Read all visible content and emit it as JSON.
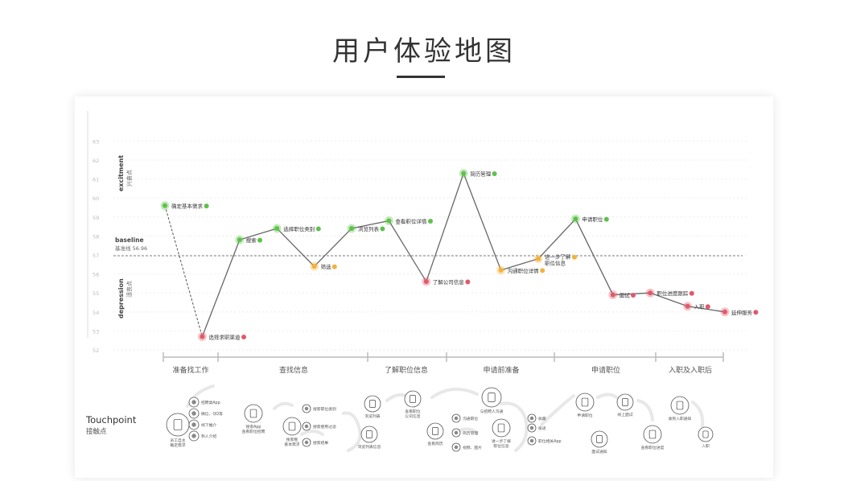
{
  "page": {
    "title": "用户体验地图"
  },
  "chart_data": {
    "type": "line",
    "ylabel_top": "excitment",
    "ylabel_top_cn": "兴奋点",
    "ylabel_bottom": "depression",
    "ylabel_bottom_cn": "沮丧点",
    "baseline_label": "baseline",
    "baseline_label_cn": "基准线 56.96",
    "baseline_value": 56.96,
    "y_ticks": [
      "63",
      "62",
      "61",
      "60",
      "59",
      "58",
      "57",
      "56",
      "55",
      "54",
      "53",
      "52"
    ],
    "ylim": [
      52,
      63
    ],
    "points": [
      {
        "label": "确定基本需求",
        "x": 1,
        "y": 59.6,
        "mood": "positive"
      },
      {
        "label": "选择求职渠道",
        "x": 2,
        "y": 52.7,
        "mood": "negative"
      },
      {
        "label": "搜索",
        "x": 3,
        "y": 57.8,
        "mood": "positive"
      },
      {
        "label": "选择职位类别",
        "x": 4,
        "y": 58.4,
        "mood": "positive"
      },
      {
        "label": "筛选",
        "x": 5,
        "y": 56.4,
        "mood": "neutral"
      },
      {
        "label": "浏览列表",
        "x": 6,
        "y": 58.4,
        "mood": "positive"
      },
      {
        "label": "查看职位详情",
        "x": 7,
        "y": 58.8,
        "mood": "positive"
      },
      {
        "label": "了解公司信息",
        "x": 8,
        "y": 55.6,
        "mood": "negative"
      },
      {
        "label": "简历管理",
        "x": 9,
        "y": 61.3,
        "mood": "positive"
      },
      {
        "label": "沟通职位详情",
        "x": 10,
        "y": 56.2,
        "mood": "neutral"
      },
      {
        "label": "进一步了解",
        "label2": "职位信息",
        "x": 11,
        "y": 56.8,
        "mood": "neutral"
      },
      {
        "label": "申请职位",
        "x": 12,
        "y": 58.9,
        "mood": "positive"
      },
      {
        "label": "面试",
        "x": 13,
        "y": 54.9,
        "mood": "negative"
      },
      {
        "label": "职位进度跟踪",
        "x": 14,
        "y": 55.0,
        "mood": "negative"
      },
      {
        "label": "入职",
        "x": 15,
        "y": 54.3,
        "mood": "negative"
      },
      {
        "label": "延伸服务",
        "x": 16,
        "y": 54.0,
        "mood": "negative"
      }
    ],
    "stages": [
      "准备找工作",
      "查找信息",
      "了解职位信息",
      "申请前准备",
      "申请职位",
      "入职及入职后"
    ],
    "colors": {
      "positive": "#5ec24a",
      "negative": "#e05a6a",
      "neutral": "#f2b23c",
      "line": "#666666",
      "baseline": "#8a7f8c"
    }
  },
  "touchpoint": {
    "title": "Touchpoint",
    "title_cn": "接触点",
    "items": [
      {
        "label": "员工自主",
        "label2": "确定需求",
        "icon": "person-icon"
      },
      {
        "label": "招聘类App",
        "icon": "phone-icon"
      },
      {
        "label": "微信、QQ等",
        "icon": "chat-icon"
      },
      {
        "label": "线下推介",
        "icon": "people-icon"
      },
      {
        "label": "熟人介绍",
        "icon": "people-icon"
      },
      {
        "label": "搜索App",
        "label2": "查看职位招聘",
        "icon": "phone-icon"
      },
      {
        "label": "搜索框",
        "label2": "基本需求",
        "icon": "search-icon"
      },
      {
        "label": "搜索职位类别",
        "icon": "list-icon"
      },
      {
        "label": "搜索使用过滤",
        "icon": "filter-icon"
      },
      {
        "label": "搜索结果",
        "icon": "list-icon"
      },
      {
        "label": "浏览列表信息",
        "icon": "list-icon"
      },
      {
        "label": "浏览列表",
        "icon": "list-icon"
      },
      {
        "label": "查看职位",
        "label2": "公司信息",
        "icon": "document-icon"
      },
      {
        "label": "查看简历",
        "icon": "resume-icon"
      },
      {
        "label": "沟通职位",
        "icon": "chat-icon"
      },
      {
        "label": "简历管理",
        "icon": "resume-icon"
      },
      {
        "label": "视频、图片",
        "icon": "camera-icon"
      },
      {
        "label": "与招聘人沟通",
        "icon": "chat-icon"
      },
      {
        "label": "进一步了解",
        "label2": "职位信息",
        "icon": "search-icon"
      },
      {
        "label": "收藏",
        "icon": "star-icon"
      },
      {
        "label": "投递",
        "icon": "send-icon"
      },
      {
        "label": "职位相关App",
        "icon": "phone-icon"
      },
      {
        "label": "申请职位",
        "icon": "document-icon"
      },
      {
        "label": "线上面试",
        "icon": "people-icon"
      },
      {
        "label": "面试通知",
        "icon": "phone-icon"
      },
      {
        "label": "查看职位进度",
        "icon": "document-icon"
      },
      {
        "label": "收到入职通知",
        "icon": "mail-icon"
      },
      {
        "label": "入职",
        "icon": "badge-icon"
      }
    ]
  }
}
